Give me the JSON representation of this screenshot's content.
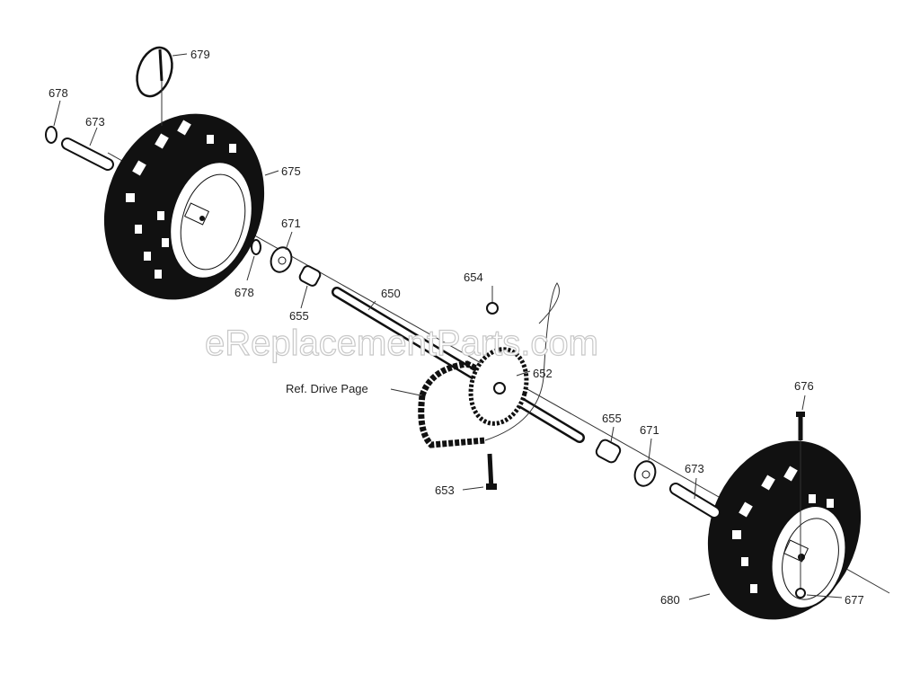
{
  "diagram": {
    "watermark": "eReplacementParts.com",
    "labels": {
      "lynch_pin": "679",
      "clip_left_outer": "678",
      "axle_spacer_left": "673",
      "wheel_left": "675",
      "washer_left": "671",
      "clip_left_inner": "678",
      "bearing_left": "655",
      "axle": "650",
      "nut": "654",
      "sprocket": "652",
      "chain_ref": "Ref. Drive Page",
      "bolt_sprocket": "653",
      "bearing_right": "655",
      "washer_right": "671",
      "axle_spacer_right": "673",
      "bolt_wheel": "676",
      "wheel_right": "680",
      "nut_wheel": "677"
    },
    "colors": {
      "ink": "#111111",
      "paper": "#ffffff"
    }
  }
}
